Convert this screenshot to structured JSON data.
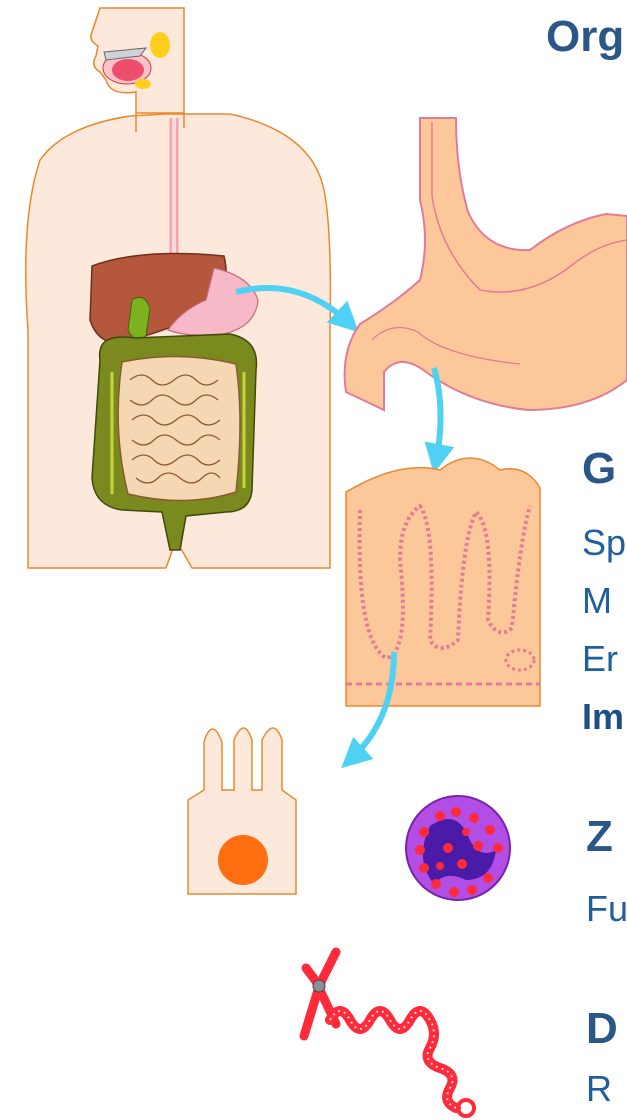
{
  "header": {
    "title": "Org"
  },
  "sections": [
    {
      "heading": "G",
      "lines": [
        "Sp",
        "M",
        "Er",
        "Im"
      ]
    },
    {
      "heading": "Z",
      "lines": [
        "Fu"
      ]
    },
    {
      "heading": "D",
      "lines": [
        "R"
      ]
    }
  ],
  "colors": {
    "title_text": "#2a5788",
    "body_text": "#1f5f9e",
    "skin": "#fde9dc",
    "outline": "#e8892e",
    "stomach": "#fcc89a",
    "liver": "#b5573a",
    "colon": "#7a8a1e",
    "small_intestine": "#f6d7b3",
    "arrow": "#4fd1f4",
    "nucleus": "#ff6f12",
    "granulocyte": "#b24de6",
    "chromosome": "#ff2a3a"
  },
  "icons": [
    "digestive-system-icon",
    "stomach-icon",
    "intestinal-villi-icon",
    "epithelial-cell-icon",
    "granulocyte-icon",
    "chromosome-dna-icon"
  ]
}
